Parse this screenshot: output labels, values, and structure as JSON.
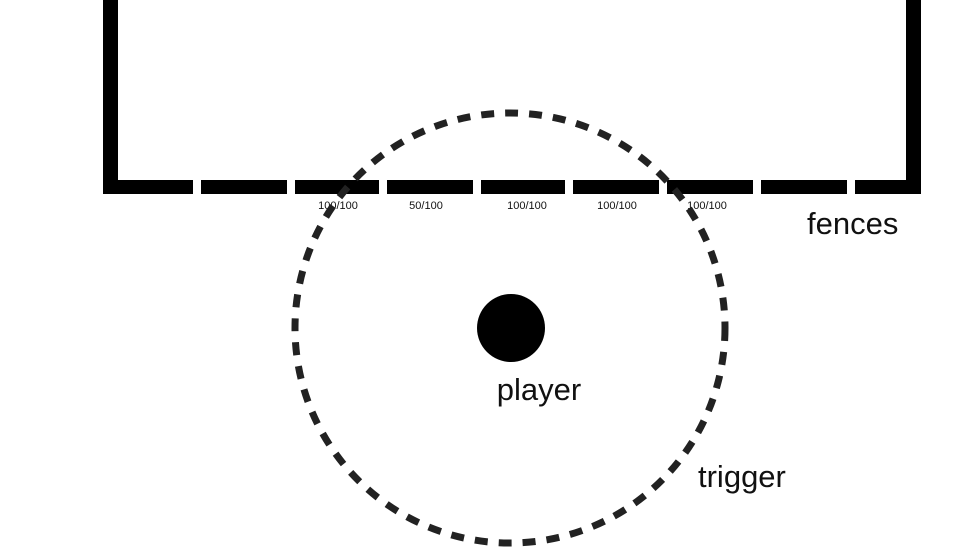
{
  "labels": {
    "fences": "fences",
    "player": "player",
    "trigger": "trigger"
  },
  "fence_segments": [
    {
      "health": "100/100"
    },
    {
      "health": "50/100"
    },
    {
      "health": "100/100"
    },
    {
      "health": "100/100"
    },
    {
      "health": "100/100"
    }
  ],
  "colors": {
    "ink": "#000000",
    "trigger": "#222222",
    "background": "#ffffff"
  }
}
